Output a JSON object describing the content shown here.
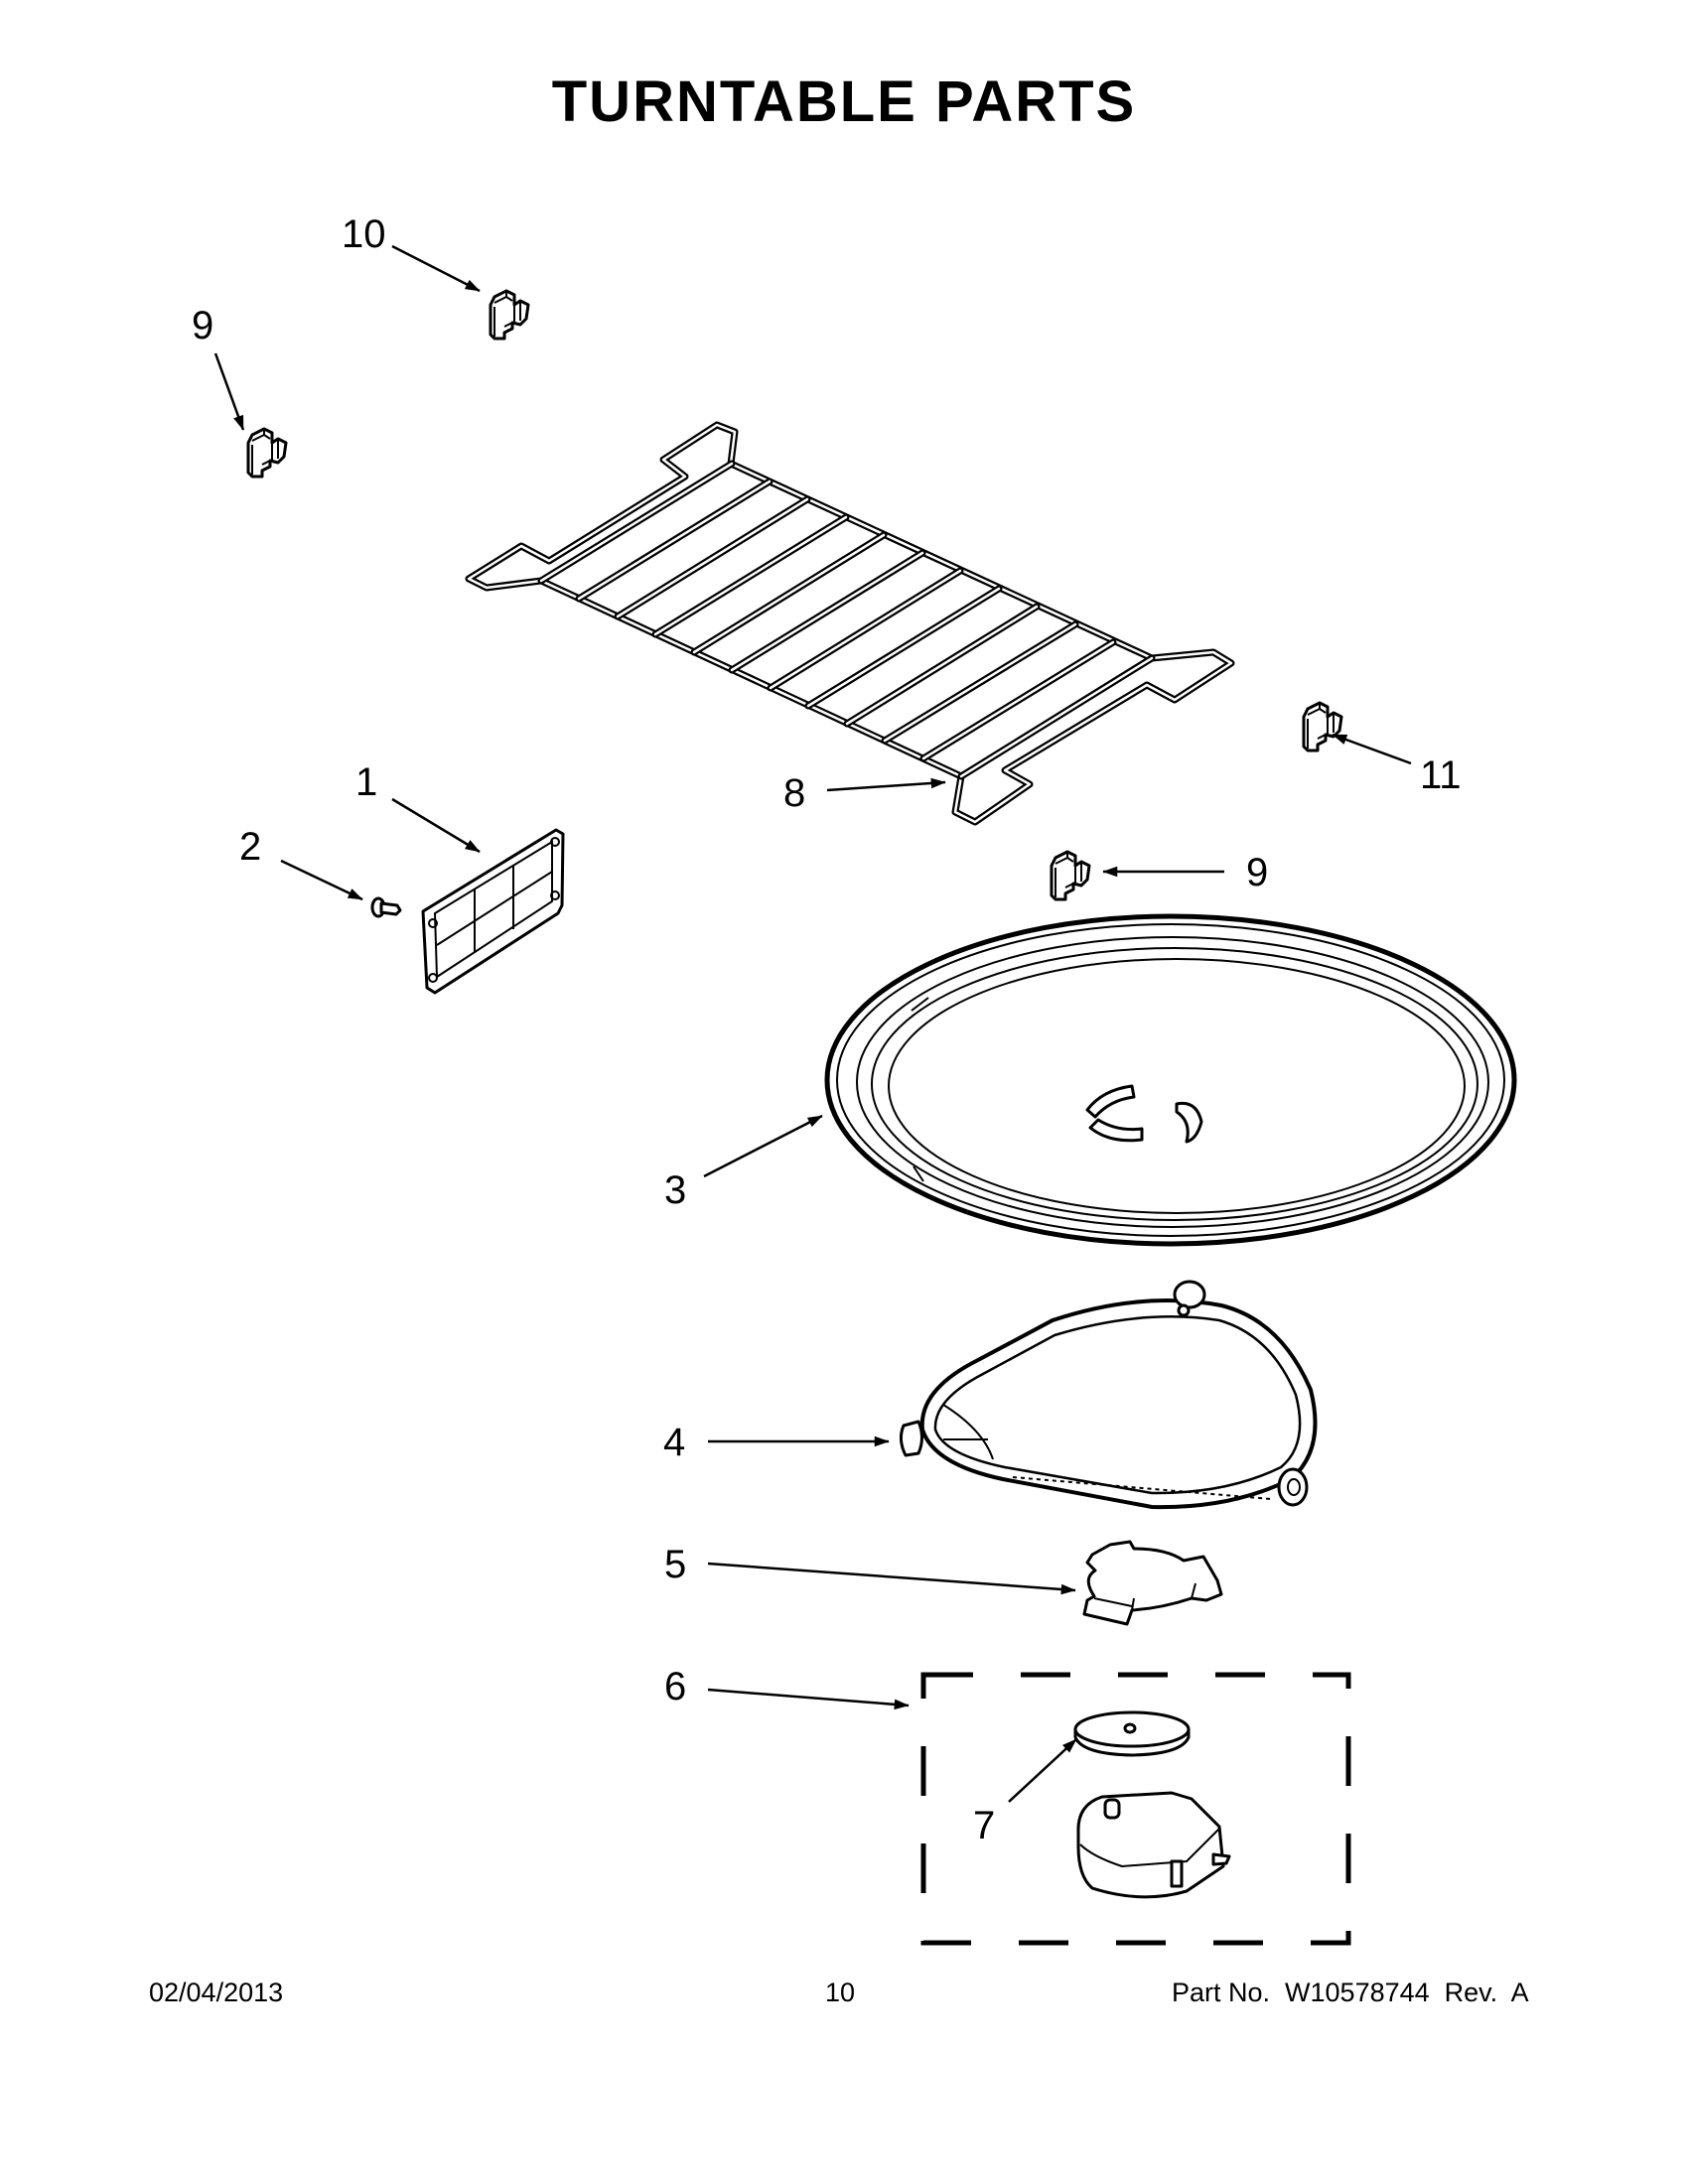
{
  "page": {
    "title": "TURNTABLE PARTS",
    "footer": {
      "date": "02/04/2013",
      "page_number": "10",
      "part_number": "Part No.  W10578744  Rev.  A"
    }
  },
  "diagram": {
    "callouts": [
      {
        "id": "c1",
        "label": "1",
        "part": "filter-panel"
      },
      {
        "id": "c2",
        "label": "2",
        "part": "filter-screw"
      },
      {
        "id": "c3",
        "label": "3",
        "part": "glass-turntable-tray"
      },
      {
        "id": "c4",
        "label": "4",
        "part": "roller-ring-support"
      },
      {
        "id": "c5",
        "label": "5",
        "part": "turntable-coupler"
      },
      {
        "id": "c6",
        "label": "6",
        "part": "motor-assembly-kit"
      },
      {
        "id": "c7",
        "label": "7",
        "part": "motor-disc-cover"
      },
      {
        "id": "c8",
        "label": "8",
        "part": "wire-rack"
      },
      {
        "id": "c9a",
        "label": "9",
        "part": "rack-support-clip"
      },
      {
        "id": "c9b",
        "label": "9",
        "part": "rack-support-clip"
      },
      {
        "id": "c10",
        "label": "10",
        "part": "rack-support-clip"
      },
      {
        "id": "c11",
        "label": "11",
        "part": "rack-support-clip"
      }
    ]
  }
}
